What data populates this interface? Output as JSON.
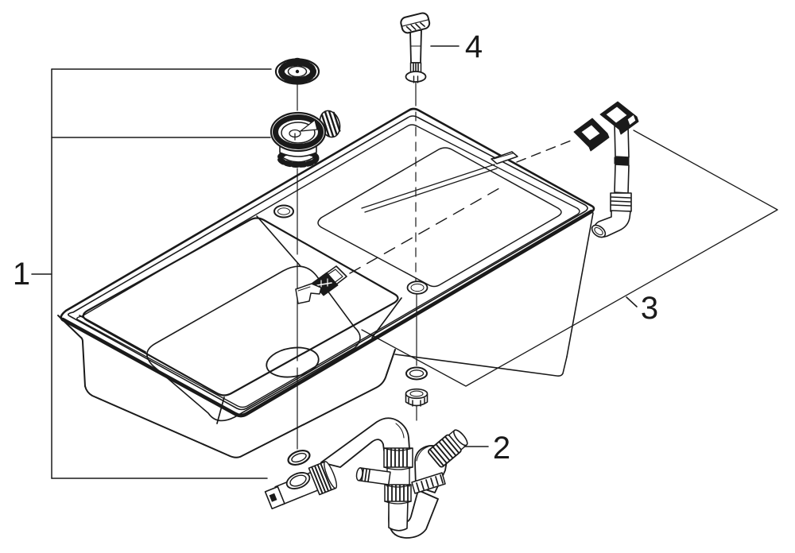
{
  "diagram": {
    "colors": {
      "background": "#ffffff",
      "ink": "#1a1a1a"
    },
    "callouts": [
      {
        "label": "1"
      },
      {
        "label": "2"
      },
      {
        "label": "3"
      },
      {
        "label": "4"
      }
    ]
  }
}
